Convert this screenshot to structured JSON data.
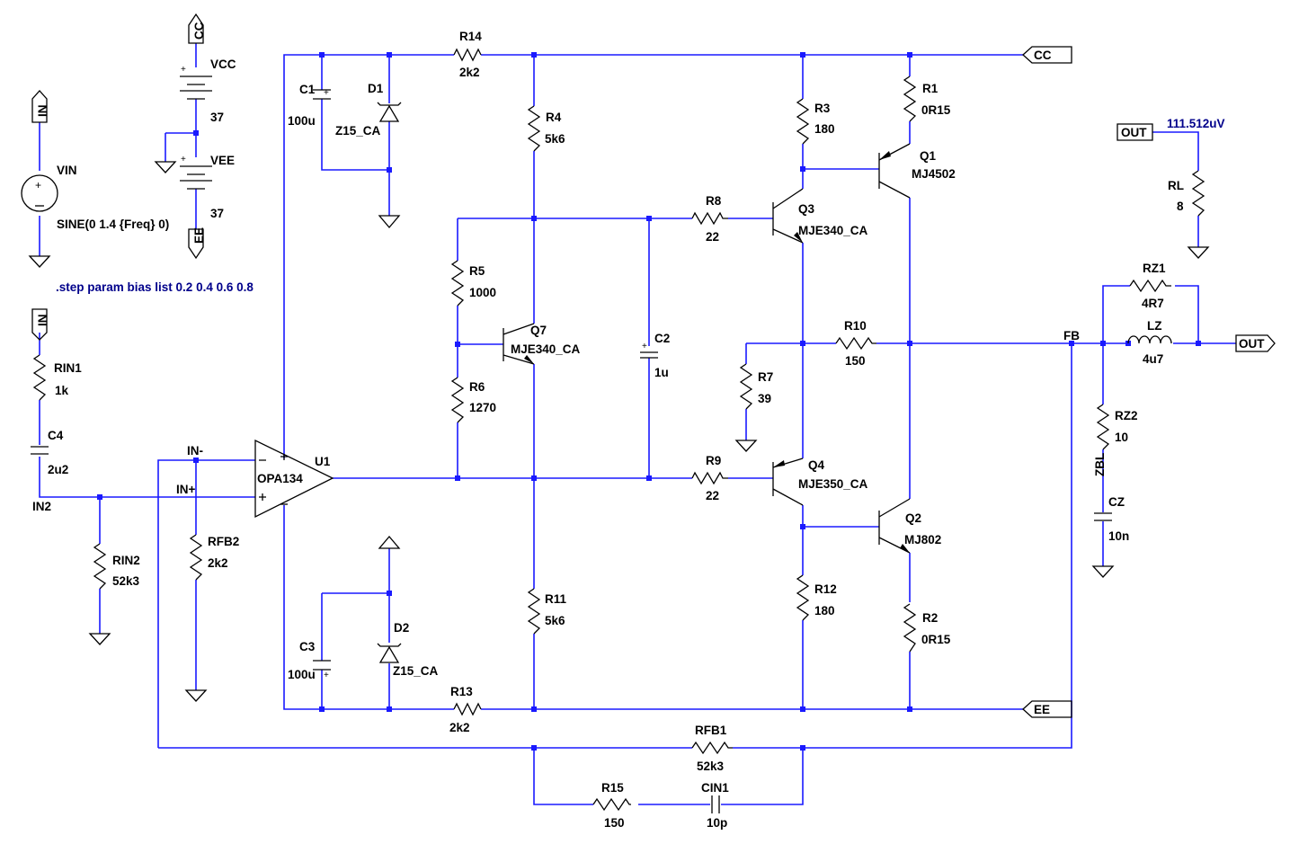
{
  "directive": ".step param bias list 0.2 0.4 0.6 0.8",
  "probe_value": "111.512uV",
  "nets": {
    "cc_top": "CC",
    "ee_bottom": "EE",
    "in_top": "IN",
    "in_mid": "IN",
    "cc_right": "CC",
    "ee_right": "EE",
    "out_load": "OUT",
    "out_main": "OUT",
    "in_minus": "IN-",
    "in_plus": "IN+",
    "in2": "IN2",
    "fb": "FB",
    "zbl": "ZBL"
  },
  "components": {
    "vcc": {
      "name": "VCC",
      "value": "37"
    },
    "vee": {
      "name": "VEE",
      "value": "37"
    },
    "vin": {
      "name": "VIN",
      "value": "SINE(0 1.4 {Freq} 0)"
    },
    "c1": {
      "name": "C1",
      "value": "100u"
    },
    "d1": {
      "name": "D1",
      "value": "Z15_CA"
    },
    "r14": {
      "name": "R14",
      "value": "2k2"
    },
    "r4": {
      "name": "R4",
      "value": "5k6"
    },
    "r3": {
      "name": "R3",
      "value": "180"
    },
    "r1": {
      "name": "R1",
      "value": "0R15"
    },
    "q1": {
      "name": "Q1",
      "value": "MJ4502"
    },
    "r8": {
      "name": "R8",
      "value": "22"
    },
    "q3": {
      "name": "Q3",
      "value": "MJE340_CA"
    },
    "r5": {
      "name": "R5",
      "value": "1000"
    },
    "q7": {
      "name": "Q7",
      "value": "MJE340_CA"
    },
    "c2": {
      "name": "C2",
      "value": "1u"
    },
    "r10": {
      "name": "R10",
      "value": "150"
    },
    "r7": {
      "name": "R7",
      "value": "39"
    },
    "r6": {
      "name": "R6",
      "value": "1270"
    },
    "u1": {
      "name": "U1",
      "value": "OPA134"
    },
    "r9": {
      "name": "R9",
      "value": "22"
    },
    "q4": {
      "name": "Q4",
      "value": "MJE350_CA"
    },
    "q2": {
      "name": "Q2",
      "value": "MJ802"
    },
    "rin1": {
      "name": "RIN1",
      "value": "1k"
    },
    "c4": {
      "name": "C4",
      "value": "2u2"
    },
    "rin2": {
      "name": "RIN2",
      "value": "52k3"
    },
    "rfb2": {
      "name": "RFB2",
      "value": "2k2"
    },
    "c3": {
      "name": "C3",
      "value": "100u"
    },
    "d2": {
      "name": "D2",
      "value": "Z15_CA"
    },
    "r13": {
      "name": "R13",
      "value": "2k2"
    },
    "r11": {
      "name": "R11",
      "value": "5k6"
    },
    "r12": {
      "name": "R12",
      "value": "180"
    },
    "r2": {
      "name": "R2",
      "value": "0R15"
    },
    "rfb1": {
      "name": "RFB1",
      "value": "52k3"
    },
    "r15": {
      "name": "R15",
      "value": "150"
    },
    "cin1": {
      "name": "CIN1",
      "value": "10p"
    },
    "rl": {
      "name": "RL",
      "value": "8"
    },
    "rz1": {
      "name": "RZ1",
      "value": "4R7"
    },
    "lz": {
      "name": "LZ",
      "value": "4u7"
    },
    "rz2": {
      "name": "RZ2",
      "value": "10"
    },
    "cz": {
      "name": "CZ",
      "value": "10n"
    }
  }
}
